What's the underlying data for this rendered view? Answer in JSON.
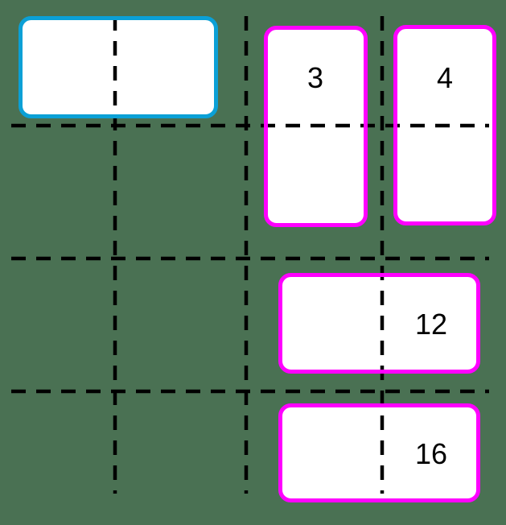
{
  "background_color": "#4a7153",
  "grid": {
    "line_color": "#000000",
    "style": "dashed",
    "vertical_line_count": 3,
    "horizontal_line_count": 3
  },
  "rectangles": [
    {
      "name": "blue-rectangle",
      "label": "",
      "border_color": "#0ba0d6",
      "fill_color": "#ffffff",
      "orientation": "landscape"
    },
    {
      "name": "magenta-rectangle-3",
      "label": "3",
      "border_color": "#ff00ff",
      "fill_color": "#ffffff",
      "orientation": "portrait"
    },
    {
      "name": "magenta-rectangle-4",
      "label": "4",
      "border_color": "#ff00ff",
      "fill_color": "#ffffff",
      "orientation": "portrait"
    },
    {
      "name": "magenta-rectangle-12",
      "label": "12",
      "border_color": "#ff00ff",
      "fill_color": "#ffffff",
      "orientation": "landscape"
    },
    {
      "name": "magenta-rectangle-16",
      "label": "16",
      "border_color": "#ff00ff",
      "fill_color": "#ffffff",
      "orientation": "landscape"
    }
  ],
  "labels": {
    "text_color": "#000000"
  }
}
